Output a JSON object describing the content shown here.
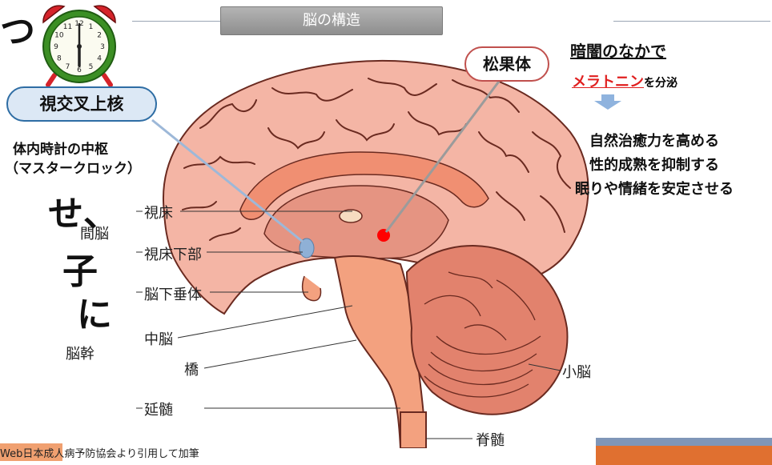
{
  "title": "脳の構造",
  "slide_fragments": {
    "top": "つ",
    "line1": "せ、",
    "line2": "子",
    "line3": "に"
  },
  "suprachiasmatic": {
    "name": "視交叉上核",
    "desc_line1": "体内時計の中枢",
    "desc_line2": "（マスタークロック）"
  },
  "pineal": {
    "name": "松果体",
    "heading": "暗闇のなかで",
    "melatonin": "メラトニン",
    "secretes": "を分泌",
    "effects": [
      "自然治癒力を高める",
      "性的成熟を抑制する",
      "眠りや情緒を安定させる"
    ]
  },
  "brain_labels": {
    "thalamus": "視床",
    "diencephalon": "間脳",
    "hypothalamus": "視床下部",
    "pituitary": "脳下垂体",
    "midbrain": "中脳",
    "brainstem": "脳幹",
    "pons": "橋",
    "medulla": "延髄",
    "cerebellum": "小脳",
    "spinal_cord": "脊髄"
  },
  "clock": {
    "numbers": [
      "12",
      "1",
      "2",
      "3",
      "4",
      "5",
      "6",
      "7",
      "8",
      "9",
      "10",
      "11"
    ],
    "time": "6:00"
  },
  "caption": "Web日本成人病予防協会より引用して加筆",
  "colors": {
    "brain_pink": "#f4b5a5",
    "brain_outline": "#6a2a20",
    "brainstem": "#f3a17f",
    "pill_border": "#c0504d",
    "pineal_dot": "#ff0000",
    "scn_dot": "#8fb0d6",
    "arrow_blue": "#8fb3de",
    "melatonin_red": "#e02020",
    "clock_green": "#3c8f24",
    "clock_red": "#d5232a",
    "footer_orange": "#e07030"
  }
}
